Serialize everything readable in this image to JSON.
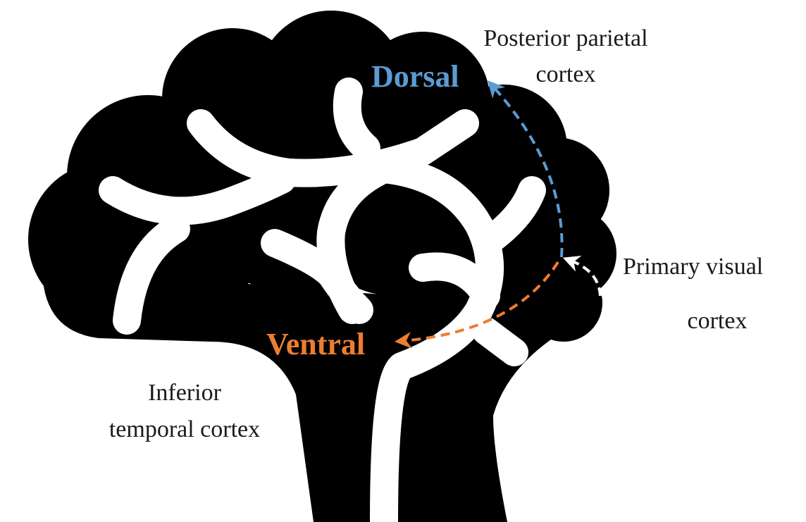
{
  "labels": {
    "dorsal": "Dorsal",
    "ventral": "Ventral",
    "posterior_parietal": [
      "Posterior parietal",
      "cortex"
    ],
    "primary_visual": [
      "Primary visual",
      "cortex"
    ],
    "inferior_temporal": [
      "Inferior",
      "temporal cortex"
    ]
  },
  "colors": {
    "dorsal": "#5b9bd5",
    "ventral": "#ed7d31",
    "brain": "#000000",
    "sulci": "#ffffff",
    "text": "#1a1a1a",
    "v1_arrow": "#ffffff"
  }
}
